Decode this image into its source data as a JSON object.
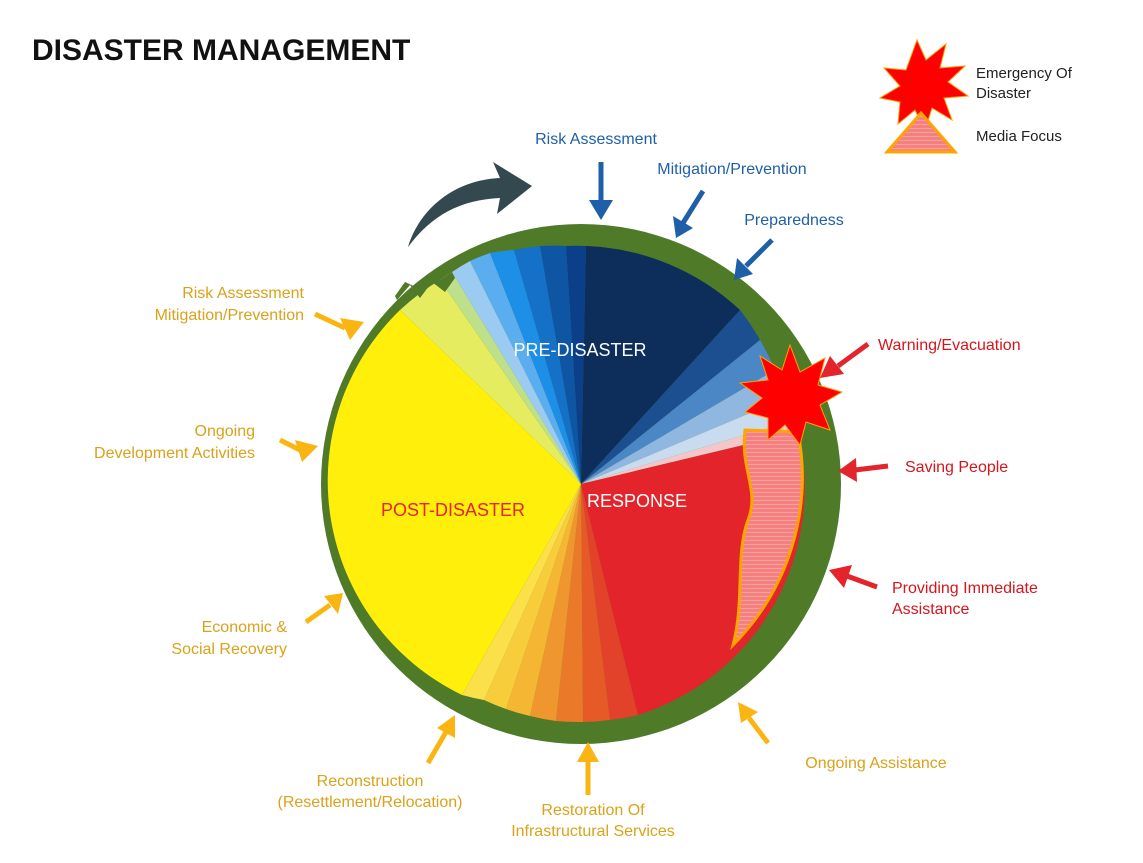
{
  "title": "DISASTER MANAGEMENT",
  "legend": {
    "emergency_line1": "Emergency Of",
    "emergency_line2": "Disaster",
    "media": "Media Focus"
  },
  "sectors": {
    "pre": "PRE-DISASTER",
    "response": "RESPONSE",
    "post": "POST-DISASTER"
  },
  "pre_disaster_labels": {
    "risk_assessment": "Risk Assessment",
    "mitigation": "Mitigation/Prevention",
    "preparedness": "Preparedness"
  },
  "response_labels": {
    "warning": "Warning/Evacuation",
    "saving": "Saving People",
    "providing_line1": "Providing Immediate",
    "providing_line2": "Assistance"
  },
  "post_disaster_labels": {
    "ongoing_assistance": "Ongoing Assistance",
    "restoration_line1": "Restoration Of",
    "restoration_line2": "Infrastructural  Services",
    "reconstruction_line1": "Reconstruction",
    "reconstruction_line2": "(Resettlement/Relocation)",
    "economic_line1": "Economic &",
    "economic_line2": "Social Recovery",
    "ongoing_dev_line1": "Ongoing",
    "ongoing_dev_line2": "Development Activities",
    "risk_line1": "Risk Assessment",
    "risk_line2": "Mitigation/Prevention"
  },
  "colors": {
    "ring": "#4f7a28",
    "pre_dark": "#0d2d5a",
    "pre_light": "#1e88e5",
    "response_red": "#e3242b",
    "post_yellow": "#fff000",
    "blue_text": "#1f5fa8",
    "orange_text": "#d9a21a",
    "red_text": "#d4161c",
    "media_pink": "#f48080",
    "curved_arrow": "#34484f"
  }
}
